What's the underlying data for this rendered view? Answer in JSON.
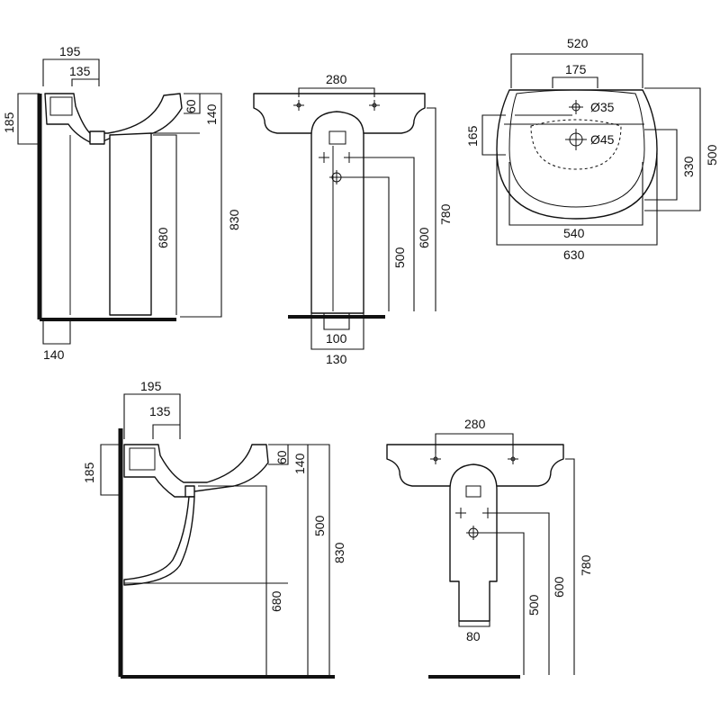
{
  "views": {
    "side_top": {
      "d195": "195",
      "d135": "135",
      "d185": "185",
      "d60": "60",
      "d140": "140",
      "d680": "680",
      "d830": "830",
      "d140b": "140"
    },
    "front_top": {
      "d280": "280",
      "d600": "600",
      "d780": "780",
      "d500": "500",
      "d100": "100",
      "d130": "130"
    },
    "plan": {
      "d520": "520",
      "d175": "175",
      "d35": "Ø35",
      "d45": "Ø45",
      "d165": "165",
      "d330": "330",
      "d500": "500",
      "d540": "540",
      "d630": "630"
    },
    "side_bottom": {
      "d195": "195",
      "d135": "135",
      "d185": "185",
      "d60": "60",
      "d140": "140",
      "d500": "500",
      "d830": "830",
      "d680": "680"
    },
    "front_bottom": {
      "d280": "280",
      "d500": "500",
      "d600": "600",
      "d780": "780",
      "d80": "80"
    }
  }
}
